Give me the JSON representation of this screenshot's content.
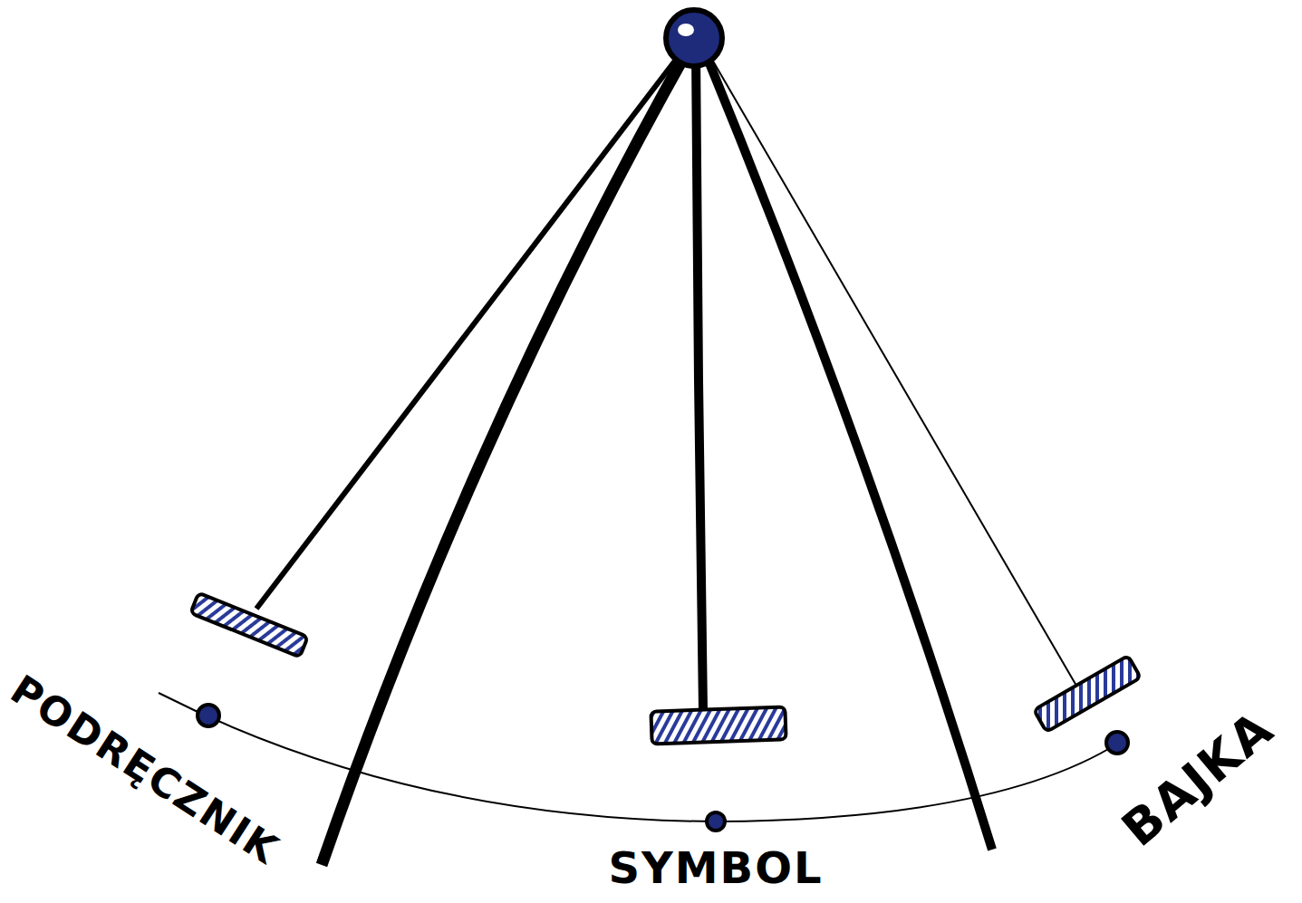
{
  "diagram": {
    "labels": [
      "PODRĘCZNIK",
      "SYMBOL",
      "BAJKA"
    ]
  }
}
